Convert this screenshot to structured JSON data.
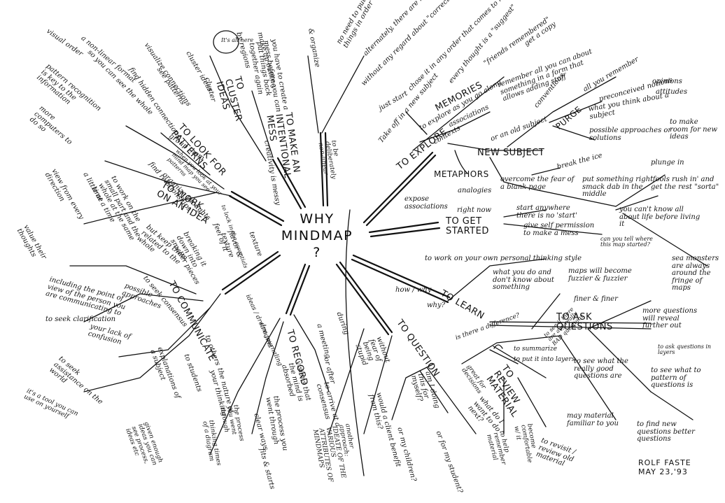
{
  "center": {
    "line1": "WHY",
    "line2": "MINDMAP",
    "line3": "?"
  },
  "signature": {
    "name": "ROLF FASTE",
    "date": "MAY 23,'93"
  },
  "branches": [
    {
      "label": "TO EXPLORE",
      "notes": [
        "to explore as you go along",
        "contexts",
        "associations",
        "Take off in a new subject",
        "just start",
        "without any regard about \"correct start\"",
        "alternately, there are no rules",
        "chose it in any order that comes to mind"
      ]
    },
    {
      "label": "MEMORIES",
      "notes": [
        "every thought is a \"suggest\"",
        "\"friends remembered\"",
        "get a copy",
        "remember all you can about something in a form that allows adding stuff"
      ]
    },
    {
      "label": "NEW SUBJECT",
      "notes": [
        "or an old subject",
        "conventions",
        "PURGE",
        "all you remember",
        "preconceived notions",
        "opinions",
        "attitudes",
        "what you think about a subject",
        "possible approaches or solutions",
        "to make room for new ideas"
      ]
    },
    {
      "label": "METAPHORS",
      "notes": [
        "analogies",
        "expose associations"
      ]
    },
    {
      "label": "TO GET STARTED",
      "notes": [
        "right now",
        "break the ice",
        "overcome the fear of a blank page",
        "put something right smack dab in the middle",
        "plunge in",
        "'fools rush in' and get the rest \"sorta\"",
        "start anywhere there is no 'start'",
        "give self permission to make a mess",
        "you can't know all about life before living it",
        "can you tell where this map started?",
        "sea monsters are always around the fringe of maps"
      ]
    },
    {
      "label": "TO LEARN",
      "notes": [
        "to work on your own personal thinking style",
        "what you do and don't know about something",
        "maps will become fuzzier & fuzzier",
        "finer & finer"
      ]
    },
    {
      "label": "TO ASK QUESTIONS",
      "notes": [
        "more questions will reveal further out",
        "to see what the really good questions are",
        "to ask questions in layers",
        "to see what to pattern of questions is",
        "to find new questions better questions"
      ]
    },
    {
      "label": "TO REVIEW MATERIAL",
      "notes": [
        "to summarize",
        "to put it into layers",
        "to see if there are any really BAD questions",
        "may material familiar to you",
        "to revisit / review old material",
        "to help remember material",
        "become comfortable w/ it"
      ]
    },
    {
      "label": "TO QUESTION",
      "notes": [
        "how / why",
        "why?",
        "is there a difference?",
        "without fear of being stupid",
        "am I doing this for myself?",
        "or my children?",
        "would a client benefit from this?",
        "or for my student?",
        "what do I want to do next?",
        "great for decisions",
        "another approach: IDEATE OF THE VARIOUS ATTRIBUTES OF MINDMAPS"
      ]
    },
    {
      "label": "TO RECORD",
      "notes": [
        "dreams",
        "ideas / dream journaling",
        "during",
        "a meeting",
        "or after",
        "visions that the mind is absorbed",
        "to arrive at a consensus",
        "the process you went through",
        "the nature of your thinking",
        "clear ways",
        "fits & starts",
        "to others",
        "to students",
        "explanations of a subject",
        "the process you went through",
        "thinking times of a diagram",
        "given enough ideas you can see process, ideas etc"
      ]
    },
    {
      "label": "TO COMMUNICATE",
      "notes": [
        "to seek clarification",
        "your lack of confusion",
        "to seek consensus",
        "possible approaches",
        "including the point of view of the person you are communicating to",
        "to seek assistance on the world",
        "it's a tool you can use on yourself"
      ]
    },
    {
      "label": "TO WORK ON AN IDEA",
      "notes": [
        "texture",
        "feel of it",
        "flavor & texture",
        "to lock in the essentials",
        "breaking it down into smaller pieces",
        "but keep them related to the whole",
        "to work on the small part and the whole at the same time",
        "view from every direction",
        "a little at a time",
        "value their thoughts"
      ]
    },
    {
      "label": "TO LOOK FOR PATTERNS",
      "notes": [
        "find relationships",
        "organize thoughts",
        "group them",
        "when you look at your mind map you see patterns",
        "pattern recognition is key to the information",
        "more computers to do so",
        "visual order",
        "a non-linear format",
        "so you can see the whole",
        "see patterns",
        "cluster ideas",
        "visualize connections",
        "find hidden connections"
      ]
    },
    {
      "label": "TO CLUSTER IDEAS",
      "notes": [
        "by regions",
        "make an outline",
        "It's all here",
        "cluster"
      ]
    },
    {
      "label": "TO MAKE AN INTENTIONAL MESS",
      "notes": [
        "creativity is messy",
        "to be deliberately non-linear",
        "you have to create a mess before you can put things back together again",
        "& organize",
        "no need to put things in order"
      ]
    }
  ]
}
